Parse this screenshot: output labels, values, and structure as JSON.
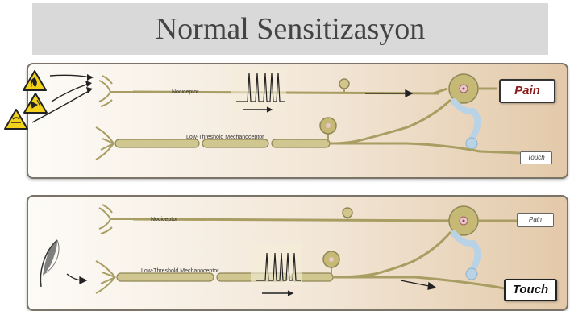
{
  "title": "Normal Sensitizasyon",
  "panel_top": {
    "nociceptor_label": "Nociceptor",
    "mechanoceptor_label": "Low-Threshold Mechanoceptor",
    "output_pain": "Pain",
    "output_touch": "Touch",
    "stimulus_icons": [
      "fire-hazard-icon",
      "corrosive-hazard-icon",
      "chemical-hazard-icon"
    ]
  },
  "panel_bottom": {
    "nociceptor_label": "Nociceptor",
    "mechanoceptor_label": "Low-Threshold Mechanoceptor",
    "output_pain": "Pain",
    "output_touch": "Touch",
    "stimulus_icons": [
      "feather-icon"
    ]
  },
  "colors": {
    "axon": "#c9c08a",
    "axon_outline": "#8f8755",
    "pain_text": "#8b1a1a",
    "hazard_yellow": "#f2d21b",
    "spinal_blue": "#b9d3e6"
  }
}
